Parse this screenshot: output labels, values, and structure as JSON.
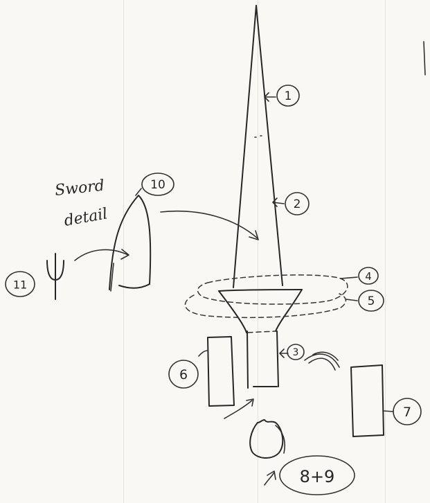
{
  "annotation": {
    "sword_note_line1": "Sword",
    "sword_note_line2": "detail"
  },
  "labels": {
    "l1": "1",
    "l2": "2",
    "l3": "3",
    "l4": "4",
    "l5": "5",
    "l6": "6",
    "l7": "7",
    "l89": "8+9",
    "l10": "10",
    "l11": "11"
  }
}
